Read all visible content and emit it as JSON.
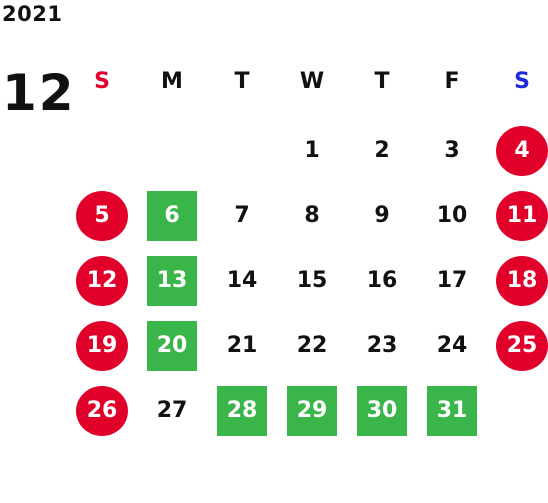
{
  "year": "2021",
  "month": "12",
  "colors": {
    "red": "#e0002a",
    "blue": "#1e2bd6",
    "green": "#3ab54a",
    "text": "#111111"
  },
  "weekdays": [
    "S",
    "M",
    "T",
    "W",
    "T",
    "F",
    "S"
  ],
  "weeks": [
    [
      {
        "day": ""
      },
      {
        "day": ""
      },
      {
        "day": ""
      },
      {
        "day": "1"
      },
      {
        "day": "2"
      },
      {
        "day": "3"
      },
      {
        "day": "4",
        "style": "red"
      }
    ],
    [
      {
        "day": "5",
        "style": "red"
      },
      {
        "day": "6",
        "style": "green"
      },
      {
        "day": "7"
      },
      {
        "day": "8"
      },
      {
        "day": "9"
      },
      {
        "day": "10"
      },
      {
        "day": "11",
        "style": "red"
      }
    ],
    [
      {
        "day": "12",
        "style": "red"
      },
      {
        "day": "13",
        "style": "green"
      },
      {
        "day": "14"
      },
      {
        "day": "15"
      },
      {
        "day": "16"
      },
      {
        "day": "17"
      },
      {
        "day": "18",
        "style": "red"
      }
    ],
    [
      {
        "day": "19",
        "style": "red"
      },
      {
        "day": "20",
        "style": "green"
      },
      {
        "day": "21"
      },
      {
        "day": "22"
      },
      {
        "day": "23"
      },
      {
        "day": "24"
      },
      {
        "day": "25",
        "style": "red"
      }
    ],
    [
      {
        "day": "26",
        "style": "red"
      },
      {
        "day": "27"
      },
      {
        "day": "28",
        "style": "green"
      },
      {
        "day": "29",
        "style": "green"
      },
      {
        "day": "30",
        "style": "green"
      },
      {
        "day": "31",
        "style": "green"
      },
      {
        "day": ""
      }
    ]
  ]
}
